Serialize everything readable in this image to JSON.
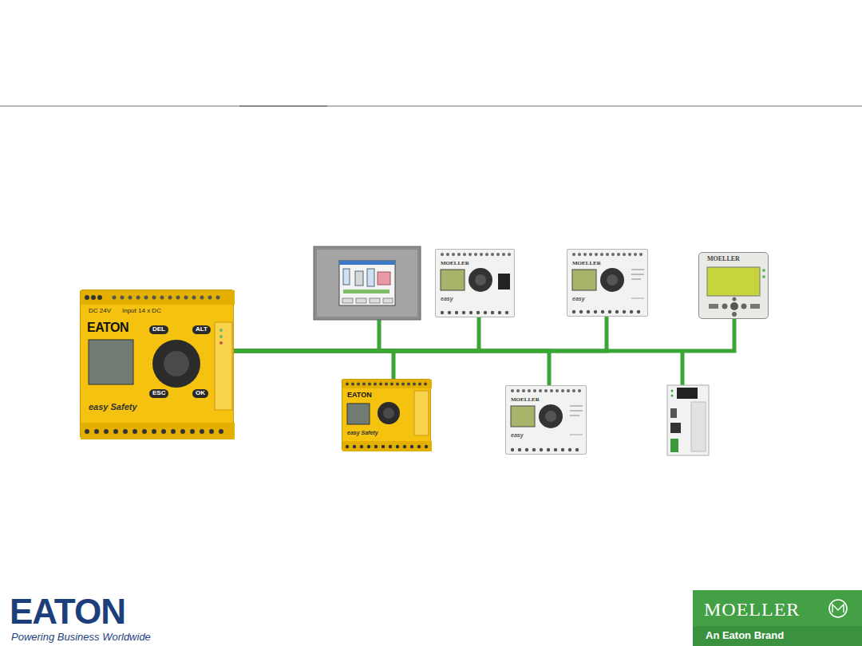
{
  "diagram": {
    "nodes": [
      {
        "text": [
          "DC 24V",
          "Input 14 x DC",
          "EATON",
          "DEL",
          "ALT",
          "ESC",
          "OK",
          "easy Safety"
        ]
      },
      {
        "text": [
          "MOELLER",
          "easy"
        ]
      },
      {
        "text": [
          "MOELLER",
          "easy"
        ]
      },
      {
        "text": [
          "MOELLER"
        ]
      },
      {
        "text": [
          "EATON",
          "easy Safety"
        ]
      },
      {
        "text": [
          "MOELLER",
          "easy"
        ]
      }
    ],
    "edges": [
      {
        "from": 0,
        "to": 1,
        "arrow": "none"
      },
      {
        "from": 0,
        "to": 2,
        "arrow": "none"
      },
      {
        "from": 0,
        "to": 3,
        "arrow": "none"
      },
      {
        "from": 0,
        "to": 4,
        "arrow": "none"
      },
      {
        "from": 0,
        "to": 5,
        "arrow": "none"
      }
    ],
    "labels": [
      "EATON",
      "Powering Business Worldwide",
      "MOELLER",
      "An Eaton Brand"
    ]
  }
}
